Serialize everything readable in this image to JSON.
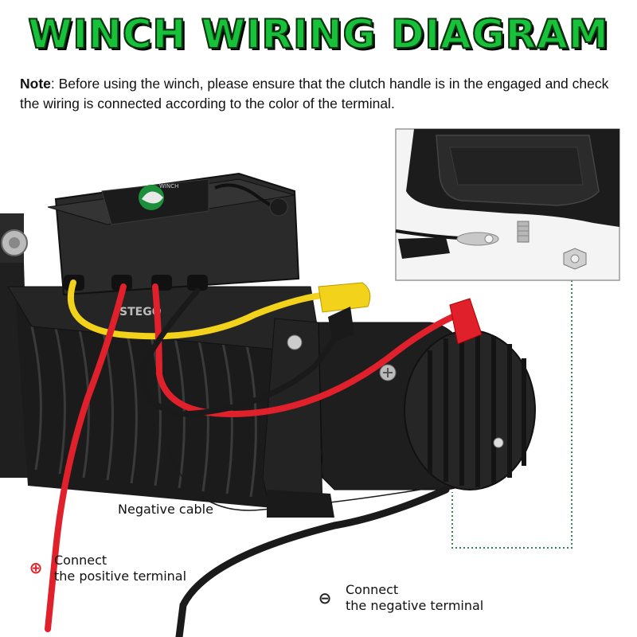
{
  "header": {
    "title": "WINCH WIRING DIAGRAM",
    "note_prefix": "Note",
    "note_text": ": Before using the winch, please ensure that the clutch handle is in the engaged and check the wiring is connected according to the color of the terminal."
  },
  "labels": {
    "negative_cable": "Negative cable",
    "positive_line1": "Connect",
    "positive_line2": "the positive terminal",
    "negative_line1": "Connect",
    "negative_line2": "the negative terminal"
  },
  "symbols": {
    "positive": "⊕",
    "negative": "⊖"
  },
  "colors": {
    "title_green": "#17c13a",
    "positive_red": "#e0202a",
    "negative_wire": "#1a1a1a",
    "yellow_wire": "#f2d21a",
    "callout_green": "#2e8b57"
  },
  "icons": {
    "winch": "winch-icon",
    "control_box": "control-box-icon",
    "terminal_inset": "terminal-inset-photo"
  }
}
